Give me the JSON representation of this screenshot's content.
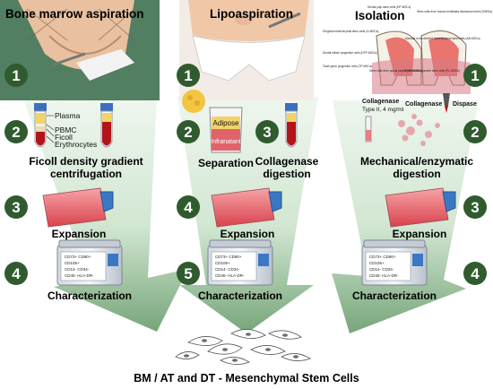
{
  "columns": {
    "bm": {
      "title": "Bone marrow aspiration",
      "steps": [
        "1",
        "2",
        "3",
        "4"
      ],
      "tube_labels": [
        "Plasma",
        "PBMC",
        "Ficoll",
        "Erythrocytes"
      ],
      "step2_label_line1": "Ficoll density gradient",
      "step2_label_line2": "centrifugation",
      "expansion_label": "Expansion",
      "characterization_label": "Characterization"
    },
    "at": {
      "title": "Lipoaspiration",
      "steps": [
        "1",
        "2",
        "3",
        "4",
        "5"
      ],
      "beaker_labels": [
        "Adipose",
        "Infranatant"
      ],
      "separation_label": "Separation",
      "collagenase_label_line1": "Collagenase",
      "collagenase_label_line2": "digestion",
      "expansion_label": "Expansion",
      "characterization_label": "Characterization"
    },
    "dt": {
      "title": "Isolation",
      "steps": [
        "1",
        "2",
        "3",
        "4"
      ],
      "tooth_labels": [
        "Dental pulp stem cells (DP-MSCs)",
        "Stem cells from human exfoliated deciduous teeth (SHEDs)",
        "Gingival mesenchymal stem cells (G-MSCs)",
        "Dental follicle progenitor cells (DFP-MSCs)",
        "Tooth germ progenitor cells (TP-MSCs)",
        "Stem cells from apical papilla (AP-MSCs)",
        "Periodontal ligament stem cells (PL-MSCs)",
        "Alveolar bone-derived mesenchymal stem cells (AB-MSCs)"
      ],
      "collagenase_left_line1": "Collagenase",
      "collagenase_left_line2": "Type II, 4 mg/ml",
      "collagenase_right": "Collagenase",
      "dispase": "Dispase",
      "step2_label_line1": "Mechanical/enzymatic",
      "step2_label_line2": "digestion",
      "expansion_label": "Expansion",
      "characterization_label": "Characterization"
    }
  },
  "cytometer_markers": [
    "CD73+ CD90+",
    "CD105+",
    "CD14- CD34-",
    "CD45- HLA-DR-"
  ],
  "footer_label": "BM / AT and DT - Mesenchymal  Stem Cells",
  "colors": {
    "step_circle": "#2f5b2f",
    "arrow_light": "#d8ead8",
    "arrow_dark": "#4f8a55",
    "flask_medium": "#e8626a",
    "flask_cap": "#3b78c4",
    "blood": "#b3141a",
    "plasma": "#f1d36a"
  }
}
